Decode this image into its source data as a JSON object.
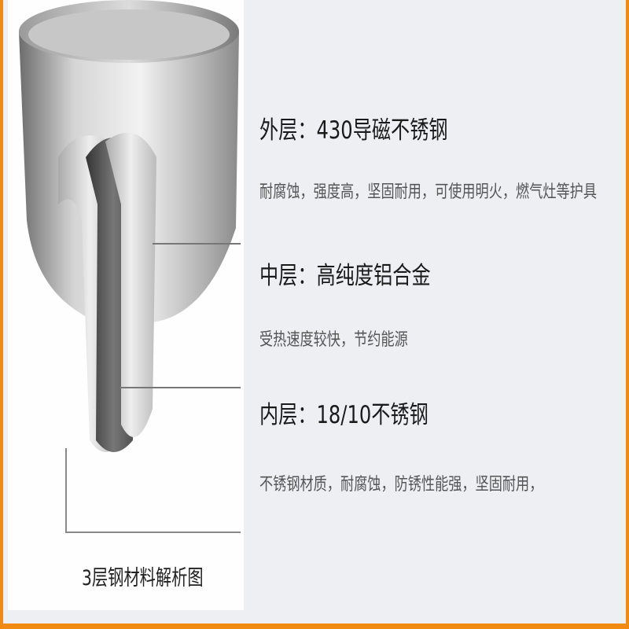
{
  "layers": [
    {
      "title": "外层：430导磁不锈钢",
      "description": "耐腐蚀，强度高，坚固耐用，可使用明火，燃气灶等护具"
    },
    {
      "title": "中层：高纯度铝合金",
      "description": "受热速度较快，节约能源"
    },
    {
      "title": "内层：18/10不锈钢",
      "description": "不锈钢材质，耐腐蚀，防锈性能强，坚固耐用，"
    }
  ],
  "caption": "3层钢材料解析图",
  "colors": {
    "border": "#f08a10",
    "background": "#eeeff3",
    "panel": "#fefefe"
  }
}
